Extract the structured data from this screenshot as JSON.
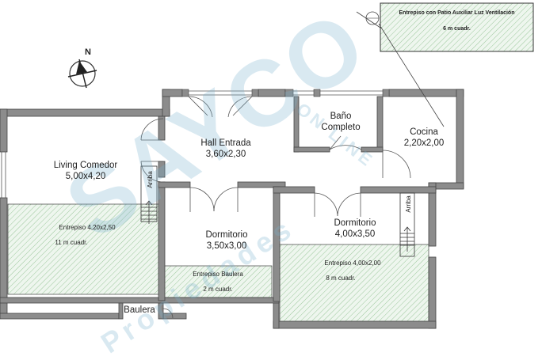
{
  "colors": {
    "wall": "#8c8c8c",
    "wall_stroke": "#444444",
    "hatch": "#8ab88a",
    "watermark": "#7fb2cf"
  },
  "patio": {
    "title": "Entrepiso con Patio Auxiliar Luz Ventilación",
    "area": "6 m cuadr."
  },
  "compass": {
    "north": "N"
  },
  "rooms": {
    "living": {
      "name": "Living Comedor",
      "dims": "5,00x4,20"
    },
    "hall": {
      "name": "Hall Entrada",
      "dims": "3,60x2,30"
    },
    "bano": {
      "name_line1": "Baño",
      "name_line2": "Completo"
    },
    "cocina": {
      "name": "Cocina",
      "dims": "2,20x2,00"
    },
    "dorm1": {
      "name": "Dormitorio",
      "dims": "3,50x3,00"
    },
    "dorm2": {
      "name": "Dormitorio",
      "dims": "4,00x3,50"
    },
    "baulera": {
      "name": "Baulera"
    }
  },
  "entrepisos": {
    "left": {
      "title": "Entrepiso 4,20x2,50",
      "area": "11 m cuadr."
    },
    "baulera": {
      "title": "Entrepiso Baulera",
      "area": "2 m cuadr."
    },
    "right": {
      "title": "Entrepiso 4,00x2,00",
      "area": "8 m cuadr."
    }
  },
  "stairs": {
    "left_label": "Arriba",
    "right_label": "Arriba"
  },
  "watermark": {
    "brand": "SAYCO",
    "sub": "Propiedades",
    "badge": "ON LINE"
  }
}
